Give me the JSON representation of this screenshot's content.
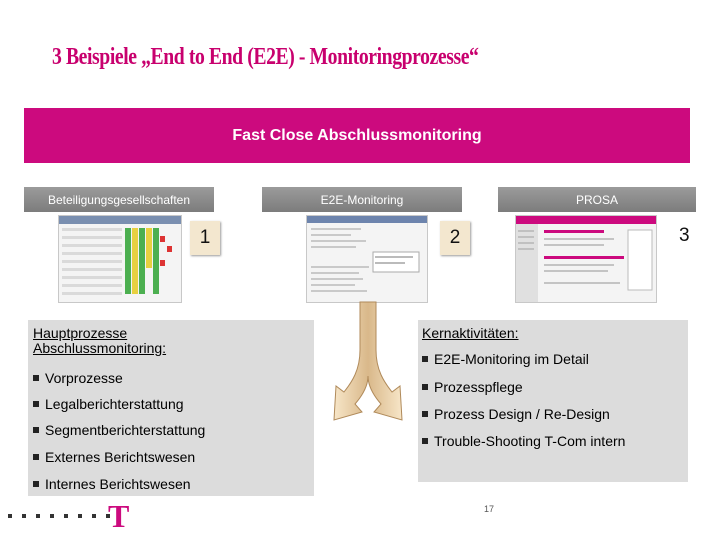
{
  "title": "3 Beispiele „End to End (E2E) - Monitoringprozesse“",
  "banner": "Fast Close Abschlussmonitoring",
  "bars": {
    "left": "Beteiligungsgesellschaften",
    "mid": "E2E-Monitoring",
    "right": "PROSA"
  },
  "callouts": {
    "one": "1",
    "two": "2",
    "three": "3"
  },
  "left_panel": {
    "title": "Hauptprozesse Abschlussmonitoring:",
    "items": [
      "Vorprozesse",
      "Legalberichterstattung",
      "Segmentberichterstattung",
      "Externes Berichtswesen",
      "Internes Berichtswesen"
    ]
  },
  "right_panel": {
    "title": "Kernaktivitäten:",
    "items": [
      "E2E-Monitoring im Detail",
      "Prozesspflege",
      "Prozess Design / Re-Design",
      "Trouble-Shooting T-Com intern"
    ]
  },
  "footer": {
    "logo": "T",
    "page": "17"
  },
  "colors": {
    "magenta": "#cc0a7e",
    "callout": "#f3e7cf",
    "panel": "#dcdcdc",
    "bar": "#8c8c8c"
  }
}
